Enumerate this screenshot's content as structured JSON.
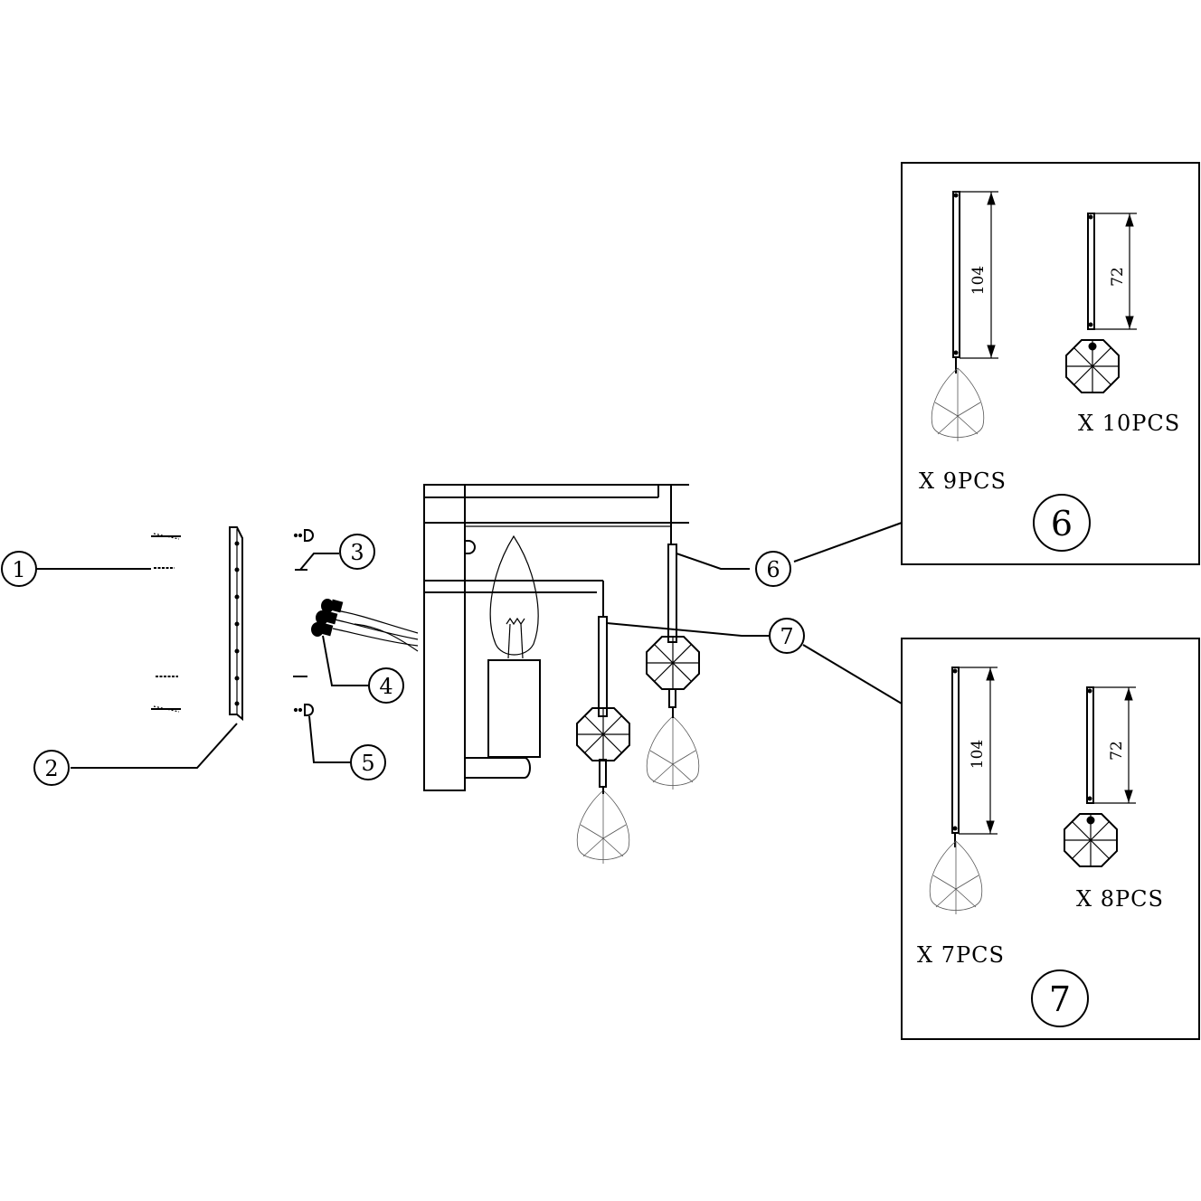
{
  "callouts": [
    "1",
    "2",
    "3",
    "4",
    "5",
    "6",
    "7"
  ],
  "detail_6": {
    "number": "6",
    "long_rod_dimension": "104",
    "short_rod_dimension": "72",
    "teardrop_quantity": "X 9PCS",
    "octagon_quantity": "X 10PCS"
  },
  "detail_7": {
    "number": "7",
    "long_rod_dimension": "104",
    "short_rod_dimension": "72",
    "teardrop_quantity": "X 7PCS",
    "octagon_quantity": "X 8PCS"
  }
}
